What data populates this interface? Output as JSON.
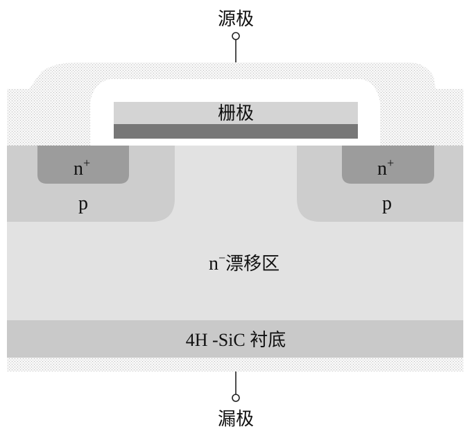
{
  "diagram": {
    "terminals": {
      "source": "源极",
      "drain": "漏极",
      "gate": "栅极"
    },
    "regions": {
      "n_plus_left": {
        "base": "n",
        "sup": "+"
      },
      "n_plus_right": {
        "base": "n",
        "sup": "+"
      },
      "p_left": "p",
      "p_right": "p",
      "drift": {
        "base": "n",
        "sup": "−",
        "suffix": "漂移区"
      },
      "substrate": "4H -SiC 衬底"
    },
    "colors": {
      "metal_dots": "#ebebeb",
      "gate_poly": "#d4d4d4",
      "gate_oxide": "#777777",
      "p_well": "#cdcdcd",
      "n_plus": "#9c9c9c",
      "drift": "#e2e2e2",
      "substrate": "#c9c9c9"
    }
  }
}
